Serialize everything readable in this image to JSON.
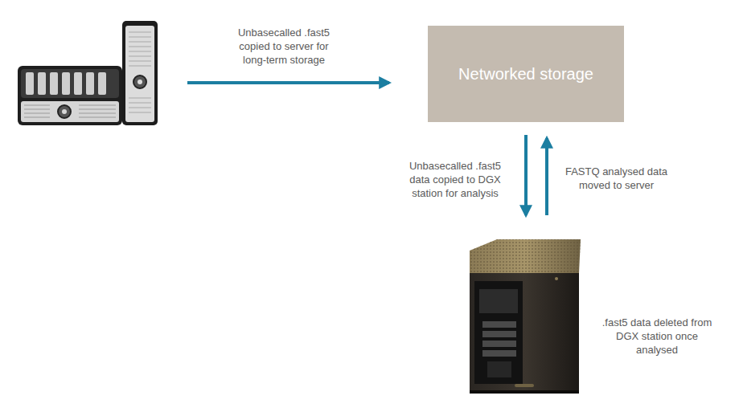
{
  "diagram": {
    "nodes": [
      {
        "text": [
          "Networked storage"
        ]
      }
    ],
    "edges": [],
    "labels": [
      "Unbasecalled .fast5 copied to server for long-term storage",
      "Unbasecalled .fast5 data copied to DGX station for analysis",
      "FASTQ analysed data moved to server",
      ".fast5 data deleted from DGX station once analysed"
    ]
  }
}
